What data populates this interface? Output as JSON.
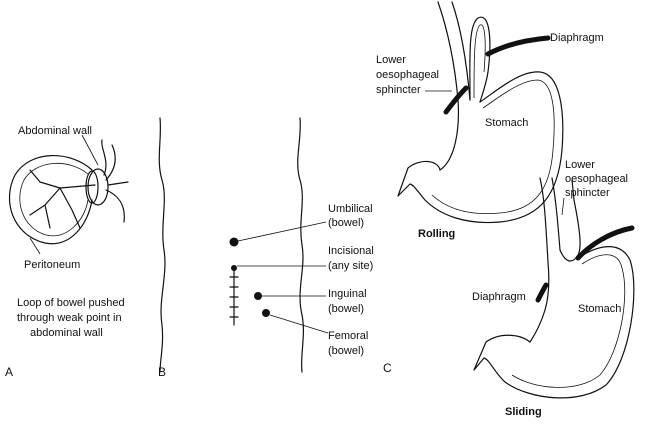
{
  "panel_a": {
    "letter": "A",
    "label_abdominal_wall": "Abdominal wall",
    "label_peritoneum": "Peritoneum",
    "caption_lines": [
      "Loop of bowel pushed",
      "through weak point in",
      "abdominal wall"
    ]
  },
  "panel_b": {
    "letter": "B",
    "umbilical": [
      "Umbilical",
      "(bowel)"
    ],
    "incisional": [
      "Incisional",
      "(any site)"
    ],
    "inguinal": [
      "Inguinal",
      "(bowel)"
    ],
    "femoral": [
      "Femoral",
      "(bowel)"
    ]
  },
  "panel_c": {
    "letter": "C",
    "rolling": {
      "title": "Rolling",
      "diaphragm": "Diaphragm",
      "sphincter": [
        "Lower",
        "oesophageal",
        "sphincter"
      ],
      "stomach": "Stomach"
    },
    "sliding": {
      "title": "Sliding",
      "diaphragm": "Diaphragm",
      "sphincter": [
        "Lower",
        "oesophageal",
        "sphincter"
      ],
      "stomach": "Stomach"
    }
  }
}
